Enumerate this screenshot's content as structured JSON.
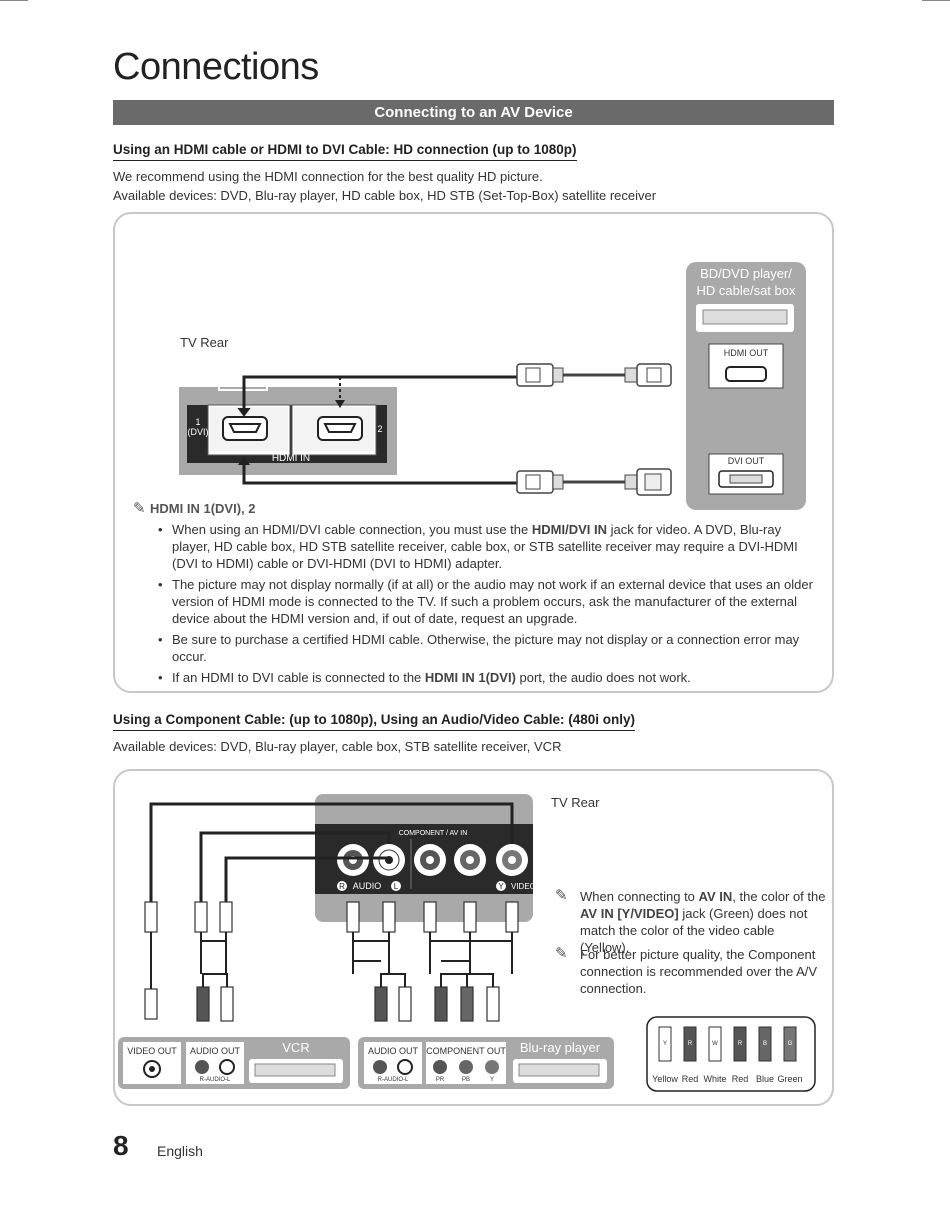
{
  "page": {
    "title": "Connections",
    "banner": "Connecting to an AV Device",
    "page_number": "8",
    "language": "English"
  },
  "hdmi_section": {
    "heading": "Using an HDMI cable or HDMI to DVI Cable: HD connection (up to 1080p)",
    "line1": "We recommend using the HDMI connection for the best quality HD picture.",
    "line2": "Available devices: DVD, Blu-ray player, HD cable box, HD STB (Set-Top-Box) satellite receiver",
    "diagram": {
      "tv_rear": "TV Rear",
      "device_title_1": "BD/DVD player/",
      "device_title_2": "HD cable/sat box",
      "hdmi_out": "HDMI OUT",
      "dvi_out": "DVI OUT",
      "port1_label_1": "1",
      "port1_label_2": "(DVI)",
      "port2_label": "2",
      "hdmi_in": "HDMI  IN"
    },
    "note_title": "HDMI IN 1(DVI), 2",
    "bullets": [
      {
        "pre": "When using an HDMI/DVI cable connection, you must use the ",
        "bold": "HDMI/DVI IN",
        "post": " jack for video. A DVD, Blu-ray player, HD cable box, HD STB satellite receiver, cable box, or STB satellite receiver may require a DVI-HDMI (DVI to HDMI) cable or DVI-HDMI (DVI to HDMI) adapter."
      },
      {
        "pre": "The picture may not display normally (if at all) or the audio may not work if an external device that uses an older version of HDMI mode is connected to the TV. If such a problem occurs, ask the manufacturer of the external device about the HDMI version and, if out of date, request an upgrade.",
        "bold": "",
        "post": ""
      },
      {
        "pre": "Be sure to purchase a certified HDMI cable. Otherwise, the picture may not display or a connection error may occur.",
        "bold": "",
        "post": ""
      },
      {
        "pre": "If an HDMI to DVI cable is connected to the ",
        "bold": "HDMI IN 1(DVI)",
        "post": " port, the audio does not work."
      }
    ]
  },
  "component_section": {
    "heading": "Using a Component Cable: (up to 1080p), Using an Audio/Video Cable: (480i only)",
    "line1": "Available devices: DVD, Blu-ray player, cable box, STB satellite receiver, VCR",
    "diagram": {
      "tv_rear": "TV Rear",
      "panel_label": "COMPONENT / AV IN",
      "audio_label": "AUDIO",
      "r_badge": "R",
      "l_badge": "L",
      "y_badge": "Y",
      "video_label": "VIDEO",
      "vcr_video_out": "VIDEO OUT",
      "vcr_audio_out": "AUDIO OUT",
      "vcr_title": "VCR",
      "vcr_audio_sub": "R-AUDIO-L",
      "br_audio_out": "AUDIO OUT",
      "br_component_out": "COMPONENT OUT",
      "br_title": "Blu-ray player",
      "br_audio_sub": "R-AUDIO-L",
      "pr": "PR",
      "pb": "PB",
      "y": "Y",
      "legend": [
        "Yellow",
        "Red",
        "White",
        "Red",
        "Blue",
        "Green"
      ],
      "legend_letters": [
        "Y",
        "R",
        "W",
        "R",
        "B",
        "G"
      ]
    },
    "note1_pre": "When connecting to ",
    "note1_b1": "AV IN",
    "note1_mid": ", the color of the ",
    "note1_b2": "AV IN [Y/VIDEO]",
    "note1_post": " jack (Green) does not match the color of the video cable (Yellow).",
    "note2": "For better picture quality, the Component connection is recommended over the A/V connection."
  },
  "colors": {
    "banner": "#6a6a6a",
    "panel": "#a9a9a9",
    "box_border": "#c8c8c8"
  }
}
